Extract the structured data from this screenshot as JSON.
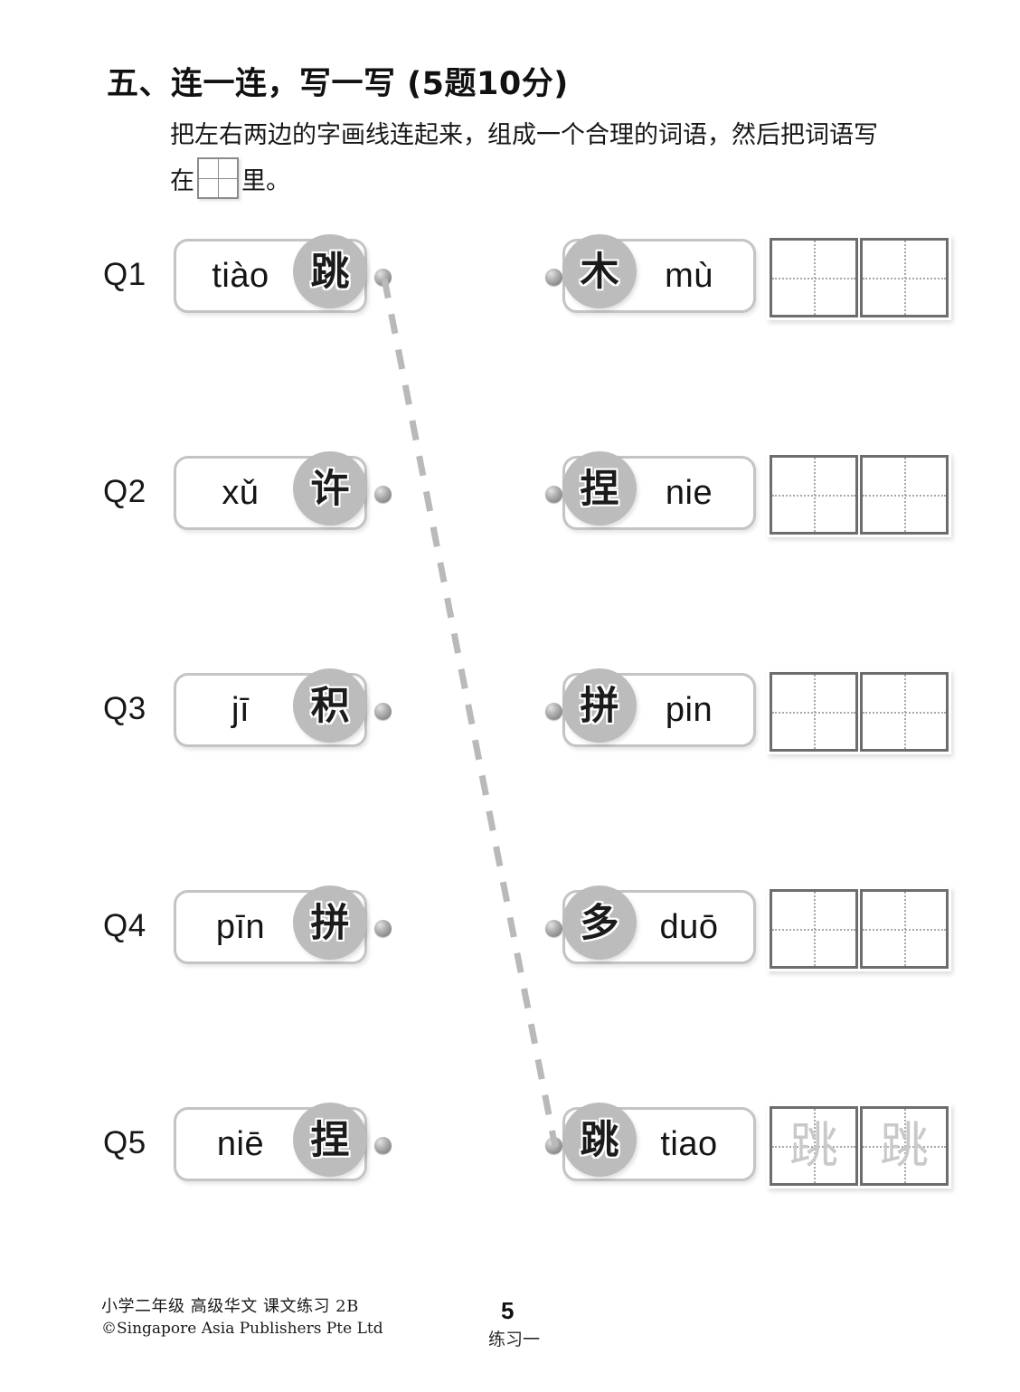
{
  "header": {
    "section_title": "五、连一连，写一写 (5题10分)",
    "instruction_line_1": "把左右两边的字画线连起来，组成一个合理的词语，然后把词语写",
    "instruction_line_2_before": "在",
    "instruction_line_2_after": "里。"
  },
  "questions": [
    {
      "label": "Q1",
      "left": {
        "pinyin": "tiào",
        "hanzi": "跳"
      },
      "right": {
        "hanzi": "木",
        "pinyin": "mù"
      },
      "answer": [
        "",
        ""
      ]
    },
    {
      "label": "Q2",
      "left": {
        "pinyin": "xǔ",
        "hanzi": "许"
      },
      "right": {
        "hanzi": "捏",
        "pinyin": "nie"
      },
      "answer": [
        "",
        ""
      ]
    },
    {
      "label": "Q3",
      "left": {
        "pinyin": "jī",
        "hanzi": "积"
      },
      "right": {
        "hanzi": "拼",
        "pinyin": "pin"
      },
      "answer": [
        "",
        ""
      ]
    },
    {
      "label": "Q4",
      "left": {
        "pinyin": "pīn",
        "hanzi": "拼"
      },
      "right": {
        "hanzi": "多",
        "pinyin": "duō"
      },
      "answer": [
        "",
        ""
      ]
    },
    {
      "label": "Q5",
      "left": {
        "pinyin": "niē",
        "hanzi": "捏"
      },
      "right": {
        "hanzi": "跳",
        "pinyin": "tiao"
      },
      "answer": [
        "跳",
        "跳"
      ]
    }
  ],
  "connections": [
    {
      "from": "q1-left-dot",
      "to": "q5-right-dot",
      "style": "dashed",
      "color": "#b9b9b9"
    }
  ],
  "footer": {
    "book_line_cn": "小学二年级 高级华文 课文练习 2B",
    "copyright": "©Singapore Asia Publishers Pte Ltd",
    "page_number": "5",
    "exercise_label": "练习一"
  },
  "colors": {
    "chip_gray": "#bcbcbc",
    "pill_border": "#c4c4c4",
    "grid_border": "#6d6d6d",
    "guide_dotted": "#a8a8a8",
    "answer_text": "#c9c9c9",
    "connector": "#b9b9b9"
  }
}
